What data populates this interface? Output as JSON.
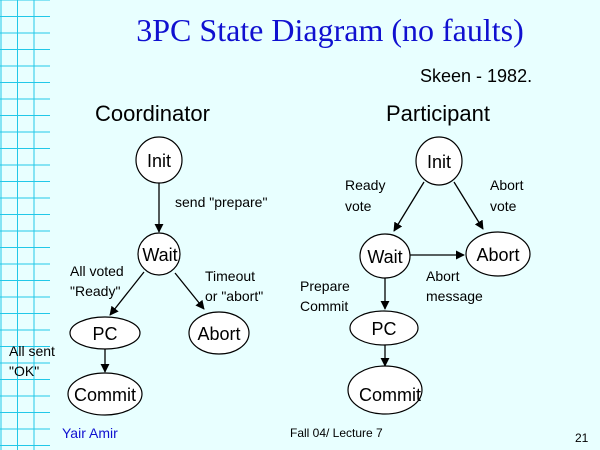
{
  "title": "3PC State Diagram (no faults)",
  "citation": "Skeen - 1982.",
  "coordinator": {
    "heading": "Coordinator",
    "states": {
      "init": "Init",
      "wait": "Wait",
      "pc": "PC",
      "abort": "Abort",
      "commit": "Commit"
    },
    "labels": {
      "send_prepare": "send \"prepare\"",
      "all_voted_1": "All voted",
      "all_voted_2": "\"Ready\"",
      "timeout_1": "Timeout",
      "timeout_2": "or \"abort\"",
      "all_sent_1": "All sent",
      "all_sent_2": "\"OK\""
    }
  },
  "participant": {
    "heading": "Participant",
    "states": {
      "init": "Init",
      "wait": "Wait",
      "abort": "Abort",
      "pc": "PC",
      "commit": "Commit"
    },
    "labels": {
      "ready_1": "Ready",
      "ready_2": "vote",
      "abort_vote_1": "Abort",
      "abort_vote_2": "vote",
      "abort_msg_1": "Abort",
      "abort_msg_2": "message",
      "prepare_1": "Prepare",
      "prepare_2": "Commit"
    }
  },
  "footer": {
    "author": "Yair Amir",
    "center": "Fall 04/ Lecture 7",
    "page": "21"
  },
  "colors": {
    "background": "#e8ffff",
    "title": "#1010d0",
    "grid": "#22c8e8",
    "circle_fill": "#ffffff"
  }
}
